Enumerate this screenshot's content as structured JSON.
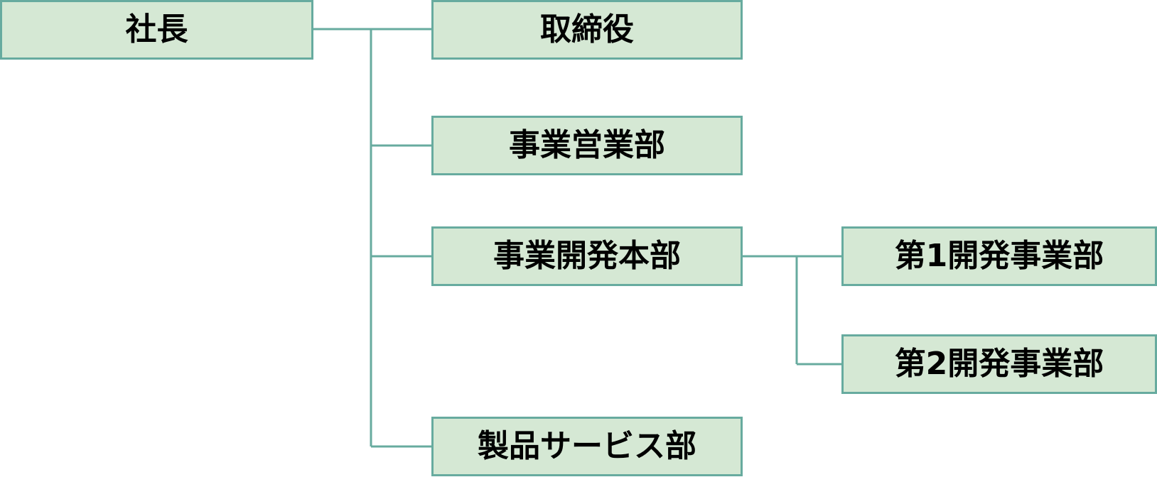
{
  "diagram": {
    "colors": {
      "box_fill": "#d5e8d4",
      "box_border": "#67ab9f",
      "line": "#67ab9f",
      "text": "#000000"
    },
    "nodes": {
      "president": "社長",
      "director": "取締役",
      "sales_division": "事業営業部",
      "development_hq": "事業開発本部",
      "dev_division_1": "第1開発事業部",
      "dev_division_2": "第2開発事業部",
      "product_service": "製品サービス部"
    }
  }
}
